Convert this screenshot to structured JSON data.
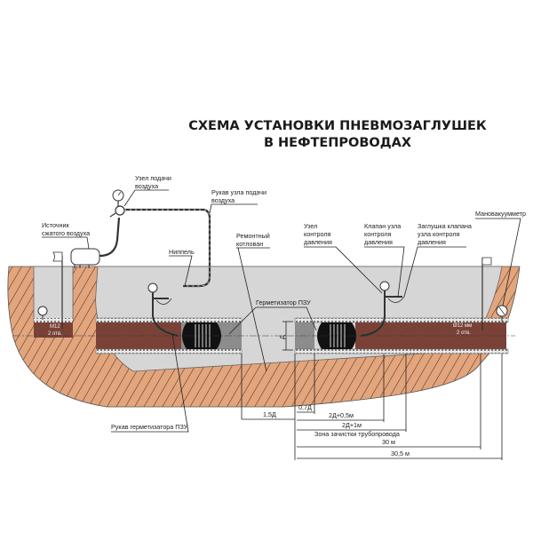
{
  "title": {
    "line1": "СХЕМА УСТАНОВКИ ПНЕВМОЗАГЛУШЕК",
    "line2": "В НЕФТЕПРОВОДАХ"
  },
  "labels": {
    "air_supply_node": [
      "Узел подачи",
      "воздуха"
    ],
    "air_supply_hose": [
      "Рукав узла подачи",
      "воздуха"
    ],
    "compressed_air_source": [
      "Источник",
      "сжатого воздуха"
    ],
    "nipple": "Ниппель",
    "repair_pit": [
      "Ремонтный",
      "котлован"
    ],
    "pressure_control_node": [
      "Узел",
      "контроля",
      "давления"
    ],
    "control_valve": [
      "Клапан узла",
      "контроля",
      "давления"
    ],
    "valve_plug": [
      "Заглушка клапана",
      "узла контроля",
      "давления"
    ],
    "vacuum_gauge": "Мановакуумметр",
    "sealer": "Герметизатор ПЗУ",
    "sealer_hose": "Рукав герметизатора ПЗУ",
    "diameter": "Д",
    "left_hole": [
      "М12",
      "2 отв."
    ],
    "right_hole": [
      "Ø12 мм",
      "2 отв."
    ]
  },
  "dimensions": {
    "d1": "1,5Д",
    "d2": "0,7Д",
    "d3": "2Д+0,5м",
    "d4": "2Д+1м",
    "zone": "Зона зачистки трубопровода",
    "d5": "30 м",
    "d6": "30,5 м"
  },
  "colors": {
    "soil": "#e3a57c",
    "trench": "#d6d6d6",
    "oil": "#7a4236",
    "pipe_wall": "#bcbcbc",
    "sealer_body": "#8c8c8c",
    "plug": "#111111",
    "hatch": "#3a2a20"
  }
}
